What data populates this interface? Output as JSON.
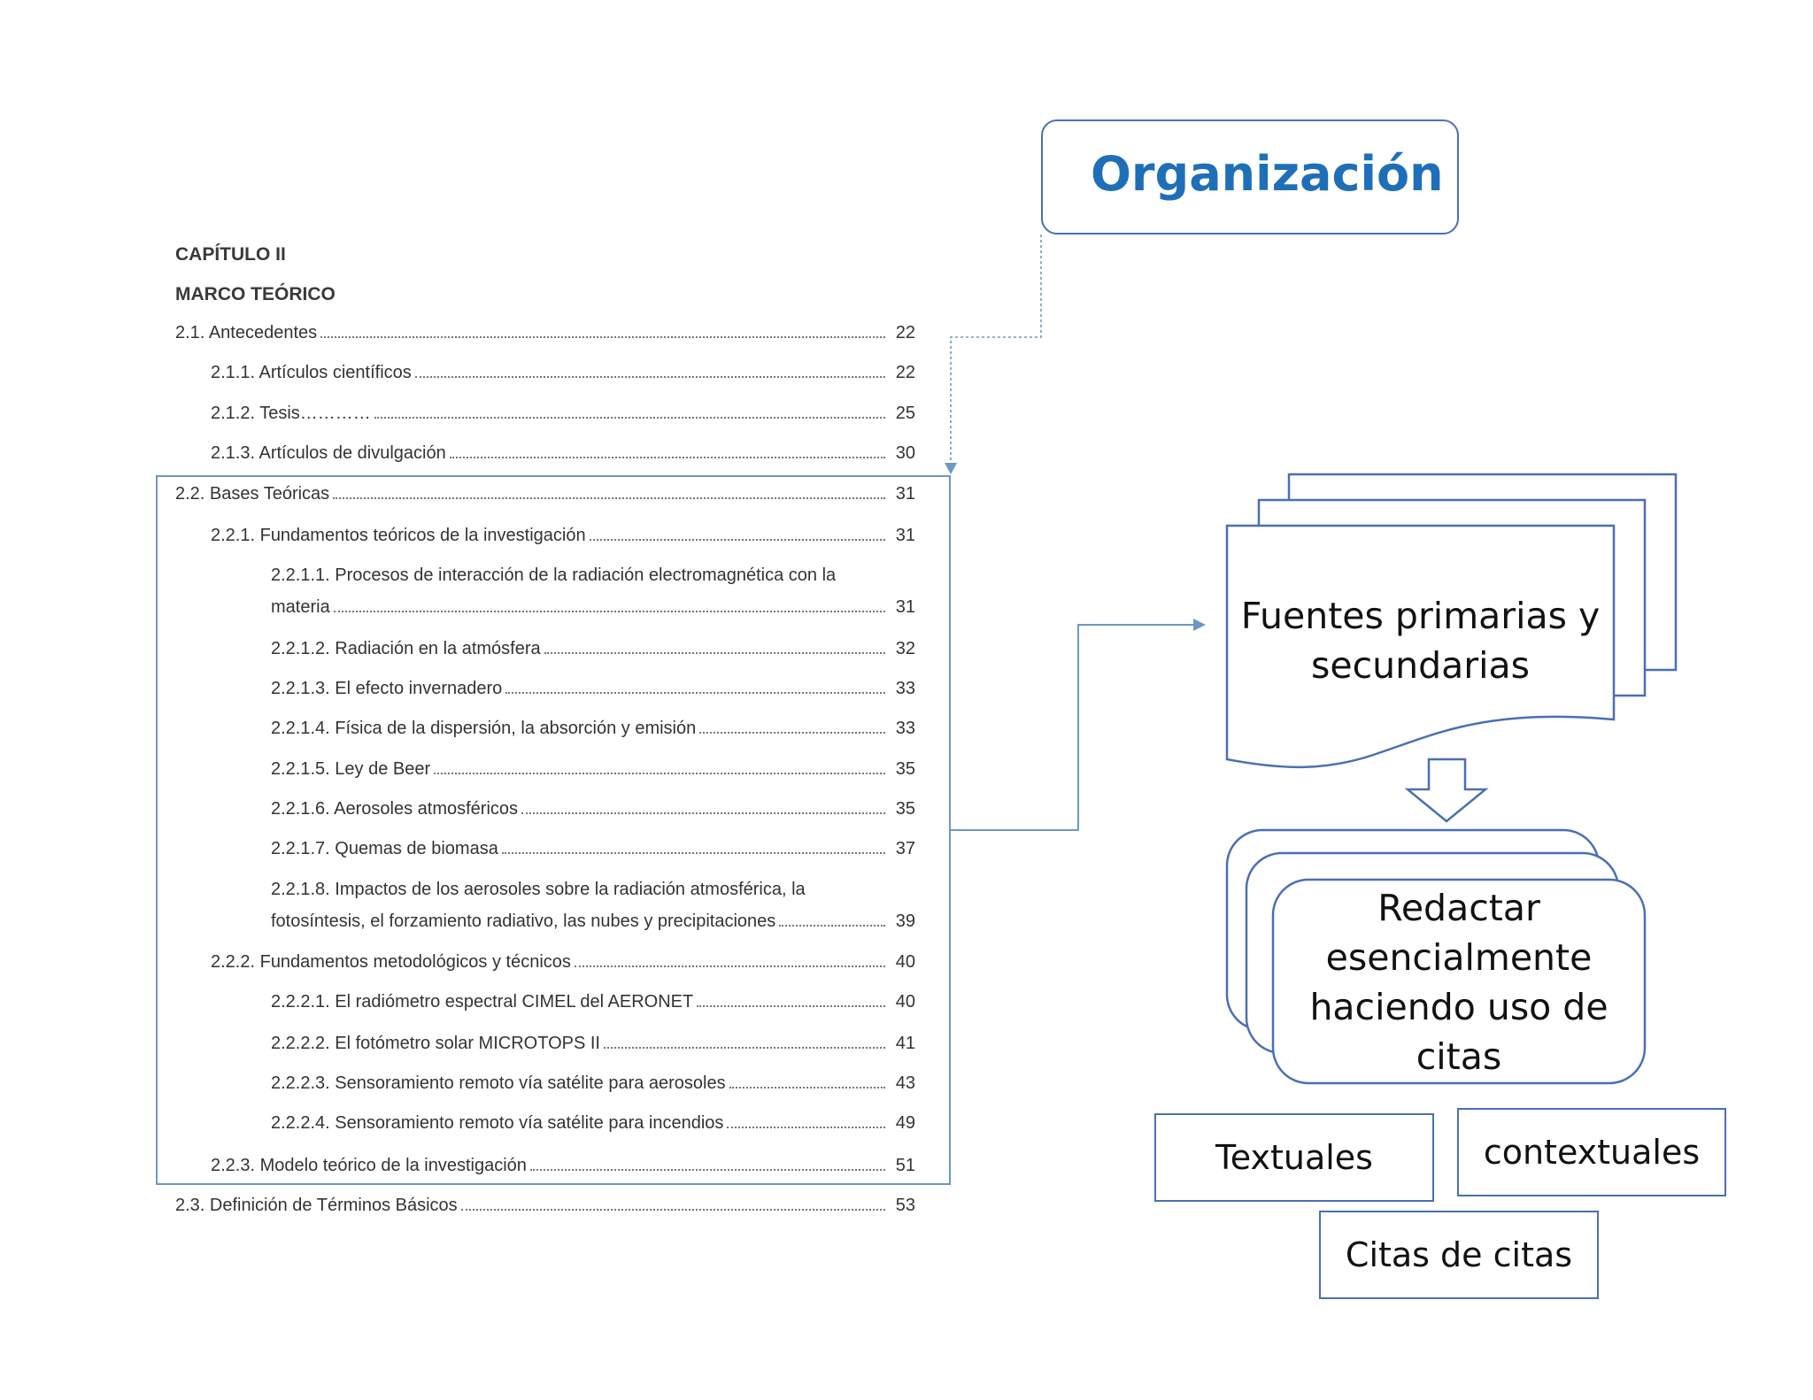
{
  "toc": {
    "chapter": "CAPÍTULO II",
    "section_title": "MARCO TEÓRICO",
    "entries": [
      {
        "text": "2.1. Antecedentes",
        "page": "22"
      },
      {
        "text": "2.1.1. Artículos científicos",
        "page": "22"
      },
      {
        "text": "2.1.2. Tesis…………",
        "page": "25"
      },
      {
        "text": "2.1.3. Artículos de divulgación",
        "page": "30"
      },
      {
        "text": "2.2. Bases Teóricas",
        "page": "31"
      },
      {
        "text": "2.2.1.  Fundamentos teóricos de la investigación",
        "page": "31"
      },
      {
        "text": "2.2.1.1. Procesos de interacción de la radiación electromagnética con la",
        "cont": "materia",
        "page": "31"
      },
      {
        "text": "2.2.1.2. Radiación en la atmósfera",
        "page": "32"
      },
      {
        "text": "2.2.1.3. El efecto invernadero",
        "page": "33"
      },
      {
        "text": "2.2.1.4. Física de la dispersión, la absorción y emisión",
        "page": "33"
      },
      {
        "text": "2.2.1.5. Ley de Beer",
        "page": "35"
      },
      {
        "text": "2.2.1.6. Aerosoles atmosféricos",
        "page": "35"
      },
      {
        "text": "2.2.1.7. Quemas de biomasa",
        "page": "37"
      },
      {
        "text": "2.2.1.8. Impactos de los aerosoles sobre la radiación atmosférica, la",
        "cont": "fotosíntesis, el forzamiento radiativo, las nubes y precipitaciones",
        "page": "39"
      },
      {
        "text": "2.2.2.  Fundamentos metodológicos y técnicos",
        "page": "40"
      },
      {
        "text": "2.2.2.1. El radiómetro espectral CIMEL del AERONET",
        "page": "40"
      },
      {
        "text": "2.2.2.2. El fotómetro solar MICROTOPS II",
        "page": "41"
      },
      {
        "text": "2.2.2.3. Sensoramiento remoto vía satélite para aerosoles",
        "page": "43"
      },
      {
        "text": "2.2.2.4. Sensoramiento remoto vía satélite para incendios",
        "page": "49"
      },
      {
        "text": "2.2.3.  Modelo teórico de la investigación",
        "page": "51"
      },
      {
        "text": "2.3. Definición de Términos Básicos",
        "page": "53"
      }
    ]
  },
  "diagram": {
    "organization": "Organización",
    "sources_line1": "Fuentes primarias y",
    "sources_line2": "secundarias",
    "write_line1": "Redactar",
    "write_line2": "esencialmente",
    "write_line3": "haciendo uso de",
    "write_line4": "citas",
    "textuales": "Textuales",
    "contextuales": "contextuales",
    "citas_de_citas": "Citas de citas"
  },
  "colors": {
    "accent_blue": "#1f6fb8",
    "border_blue": "#4a6fb5",
    "connector_blue": "#6a98c8"
  }
}
